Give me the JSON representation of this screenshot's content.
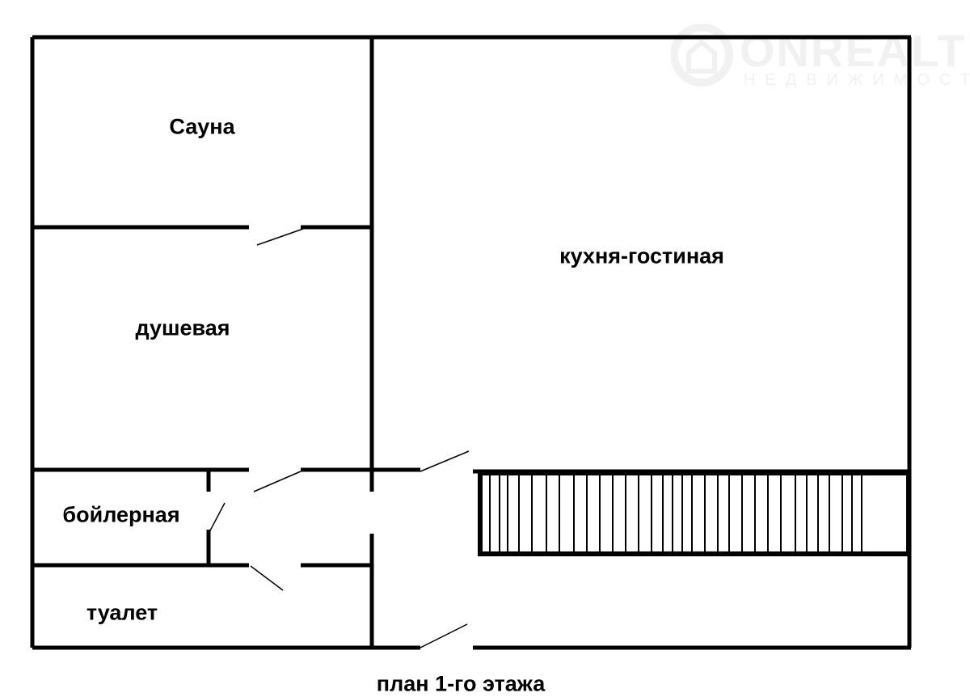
{
  "watermark": {
    "brand": "ONREALT",
    "subtitle": "НЕДВИЖИМОСТЬ"
  },
  "rooms": {
    "sauna": "Сауна",
    "shower": "душевая",
    "boiler": "бойлерная",
    "toilet": "туалет",
    "kitchen_living": "кухня-гостиная"
  },
  "caption": "план 1-го этажа"
}
